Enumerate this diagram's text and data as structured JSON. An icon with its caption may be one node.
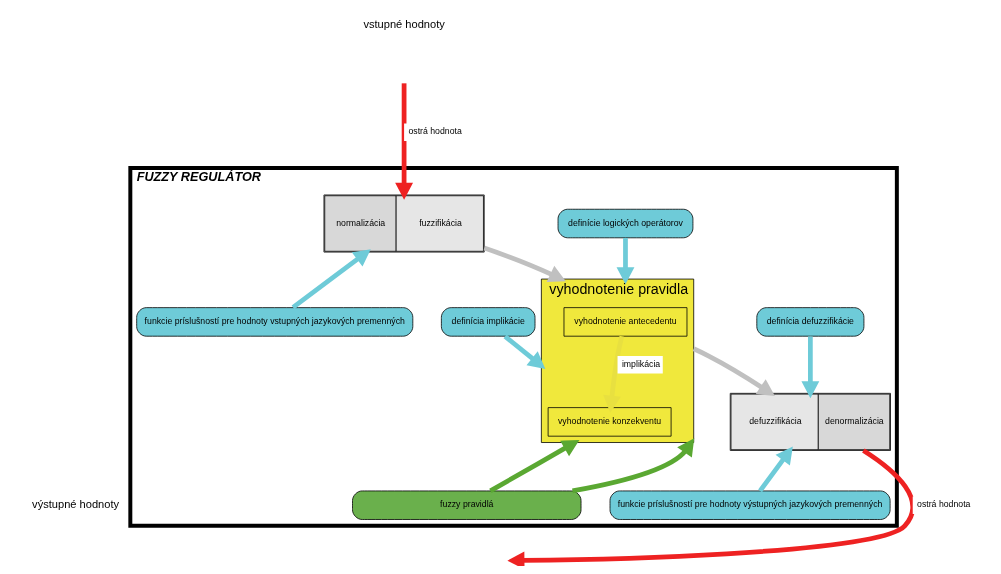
{
  "diagram": {
    "nodes": [
      {
        "text": [
          "FUZZY REGULÁTOR"
        ]
      },
      {
        "text": [
          "definície logických operátorov"
        ],
        "in": 0
      },
      {
        "text": [
          "definícia implikácie"
        ],
        "in": 0
      },
      {
        "text": [
          "definícia defuzzifikácie"
        ],
        "in": 0
      },
      {
        "text": [
          "normalizácia",
          "fuzzifikácia"
        ],
        "in": 0
      },
      {
        "text": [
          "vyhodnotenie pravidla"
        ],
        "in": 0
      },
      {
        "text": [
          "vyhodnotenie antecedentu"
        ],
        "in": 5
      },
      {
        "text": [
          "vyhodnotenie konzekventu"
        ],
        "in": 5
      },
      {
        "text": [
          "defuzzifikácia",
          "denormalizácia"
        ],
        "in": 0
      },
      {
        "text": [
          "funkcie príslušností pre hodnoty vstupných jazykových premenných"
        ],
        "in": 0
      },
      {
        "text": [
          "fuzzy pravidlá"
        ],
        "in": 0
      },
      {
        "text": [
          "funkcie príslušností pre hodnoty výstupných jazykových premenných"
        ],
        "in": 0
      }
    ],
    "edges": [
      {
        "from": null,
        "to": 4,
        "arrow": "to",
        "label": "ostrá hodnota",
        "color": "#ee2222"
      },
      {
        "from": 1,
        "to": 5,
        "arrow": "to"
      },
      {
        "from": 2,
        "to": 5,
        "arrow": "to"
      },
      {
        "from": 3,
        "to": 8,
        "arrow": "to"
      },
      {
        "from": 9,
        "to": 4,
        "arrow": "to"
      },
      {
        "from": 4,
        "to": 5,
        "arrow": "to",
        "color": "#c0c0c0"
      },
      {
        "from": 6,
        "to": 7,
        "arrow": "to",
        "label": "implikácia",
        "color": "#e8e040"
      },
      {
        "from": 5,
        "to": 8,
        "arrow": "to",
        "color": "#c0c0c0"
      },
      {
        "from": 10,
        "to": 5,
        "arrow": "to",
        "color": "#5aa832"
      },
      {
        "from": 10,
        "to": 5,
        "arrow": "to",
        "color": "#5aa832"
      },
      {
        "from": 11,
        "to": 8,
        "arrow": "to"
      },
      {
        "from": 8,
        "to": null,
        "arrow": "to",
        "label": "ostrá hodnota",
        "color": "#ee2222"
      }
    ],
    "labels": [
      "vstupné hodnoty",
      "výstupné hodnoty"
    ]
  }
}
